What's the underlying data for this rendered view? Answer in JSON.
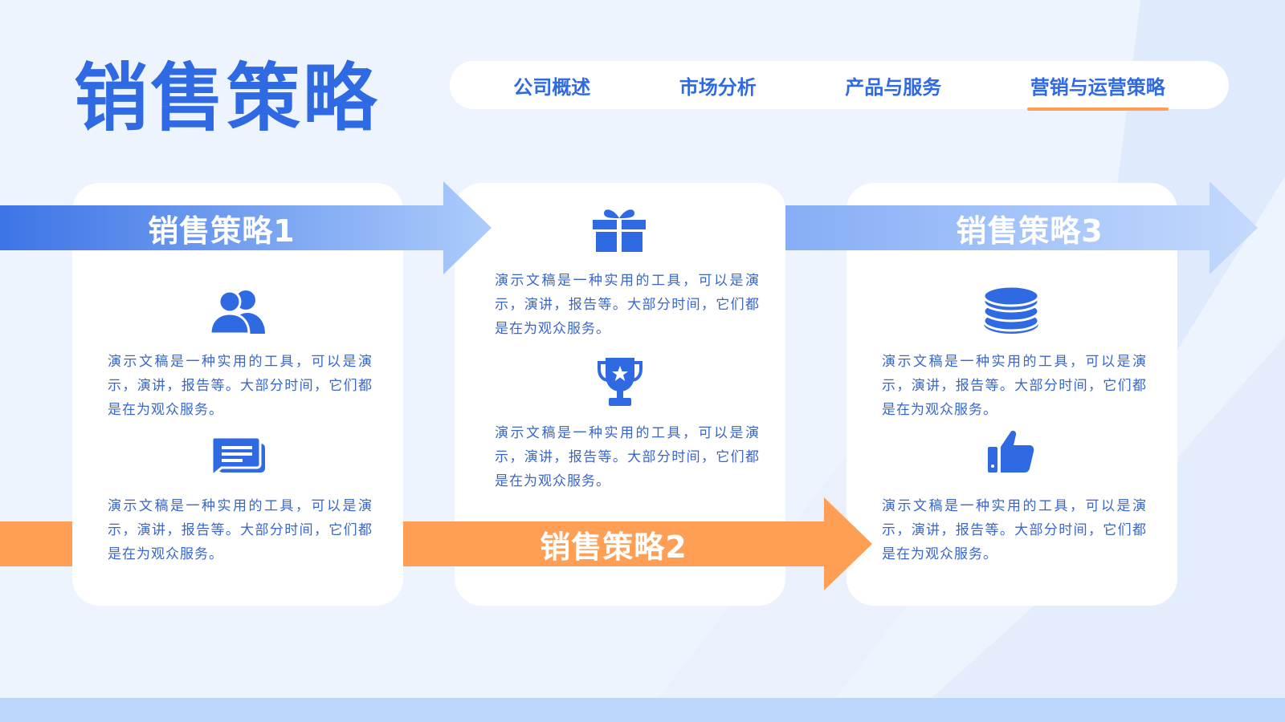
{
  "title": "销售策略",
  "nav": {
    "items": [
      "公司概述",
      "市场分析",
      "产品与服务",
      "营销与运营策略"
    ],
    "active_index": 3
  },
  "strategies": [
    {
      "label": "销售策略1"
    },
    {
      "label": "销售策略2"
    },
    {
      "label": "销售策略3"
    }
  ],
  "items": [
    {
      "icon": "users-icon",
      "text": "演示文稿是一种实用的工具，可以是演示，演讲，报告等。大部分时间，它们都是在为观众服务。"
    },
    {
      "icon": "chat-message-icon",
      "text": "演示文稿是一种实用的工具，可以是演示，演讲，报告等。大部分时间，它们都是在为观众服务。"
    },
    {
      "icon": "gift-icon",
      "text": "演示文稿是一种实用的工具，可以是演示，演讲，报告等。大部分时间，它们都是在为观众服务。"
    },
    {
      "icon": "trophy-icon",
      "text": "演示文稿是一种实用的工具，可以是演示，演讲，报告等。大部分时间，它们都是在为观众服务。"
    },
    {
      "icon": "coins-stack-icon",
      "text": "演示文稿是一种实用的工具，可以是演示，演讲，报告等。大部分时间，它们都是在为观众服务。"
    },
    {
      "icon": "thumbs-up-icon",
      "text": "演示文稿是一种实用的工具，可以是演示，演讲，报告等。大部分时间，它们都是在为观众服务。"
    }
  ],
  "colors": {
    "primary_blue": "#2f6ae3",
    "light_blue": "#a9c8fb",
    "orange": "#ff9e55",
    "background": "#eef4fe",
    "text": "#3a66c9"
  }
}
